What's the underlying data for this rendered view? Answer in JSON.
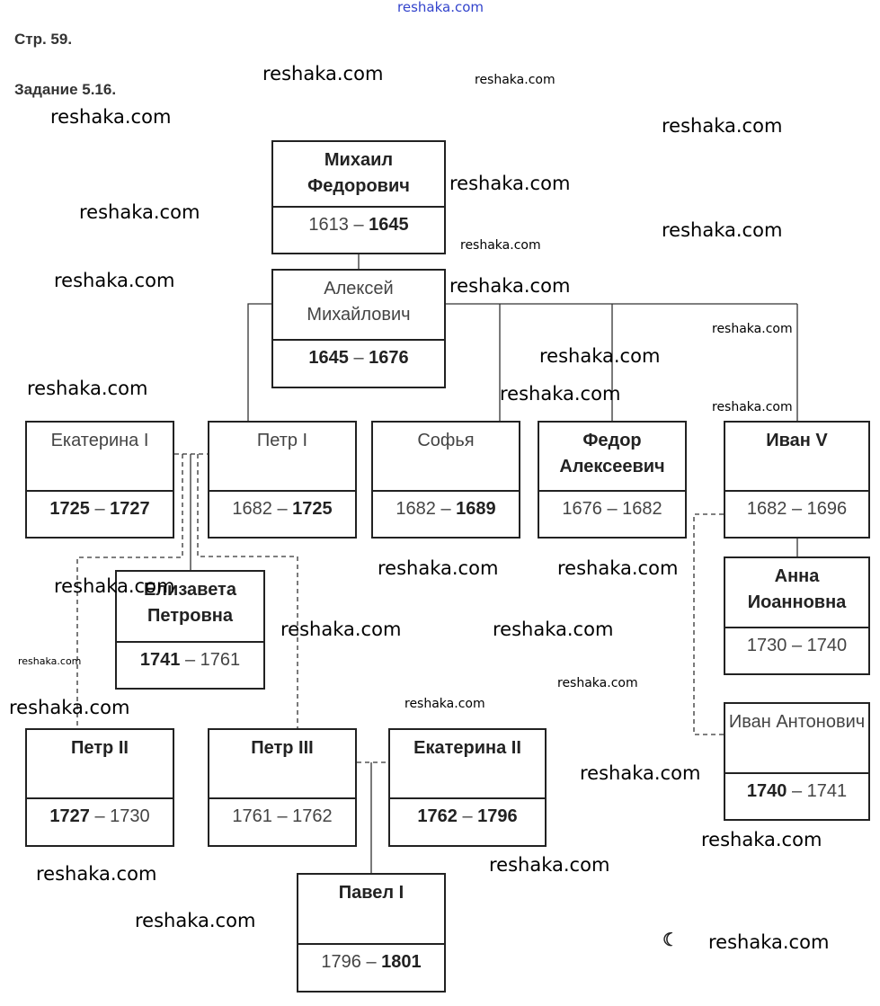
{
  "header": {
    "page": "Стр. 59.",
    "task": "Задание 5.16.",
    "top_watermark": "reshaka.com"
  },
  "people": [
    {
      "name": "Михаил Федорович",
      "start": "1613",
      "end": "1645"
    },
    {
      "name": "Алексей Михайлович",
      "start": "1645",
      "end": "1676"
    },
    {
      "name": "Екатерина I",
      "start": "1725",
      "end": "1727"
    },
    {
      "name": "Петр I",
      "start": "1682",
      "end": "1725"
    },
    {
      "name": "Софья",
      "start": "1682",
      "end": "1689"
    },
    {
      "name": "Федор Алексеевич",
      "start": "1676",
      "end": "1682"
    },
    {
      "name": "Иван V",
      "start": "1682",
      "end": "1696"
    },
    {
      "name": "Анна Иоанновна",
      "start": "1730",
      "end": "1740"
    },
    {
      "name": "Иван Антонович",
      "start": "1740",
      "end": "1741"
    },
    {
      "name": "Елизавета Петровна",
      "start": "1741",
      "end": "1761"
    },
    {
      "name": "Петр II",
      "start": "1727",
      "end": "1730"
    },
    {
      "name": "Петр III",
      "start": "1761",
      "end": "1762"
    },
    {
      "name": "Екатерина II",
      "start": "1762",
      "end": "1796"
    },
    {
      "name": "Павел I",
      "start": "1796",
      "end": "1801"
    }
  ],
  "dash": "–",
  "watermark": "reshaka.com"
}
